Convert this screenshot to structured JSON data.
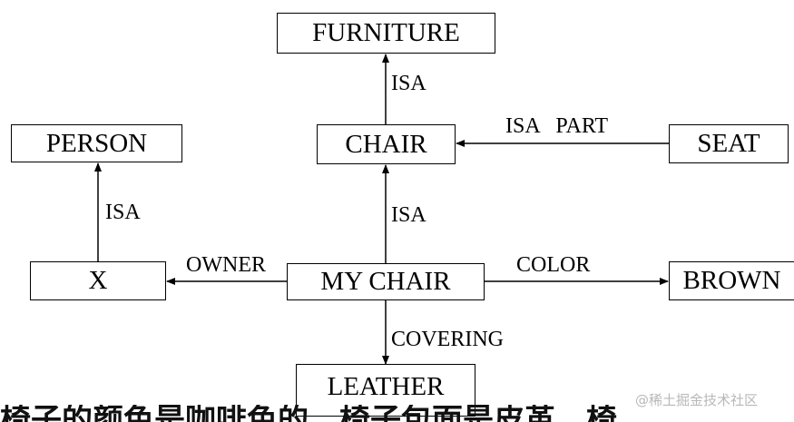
{
  "nodes": {
    "furniture": "FURNITURE",
    "chair": "CHAIR",
    "person": "PERSON",
    "seat": "SEAT",
    "x": "X",
    "my_chair": "MY CHAIR",
    "brown": "BROWN",
    "leather": "LEATHER"
  },
  "edges": {
    "chair_furniture": "ISA",
    "seat_chair": "ISA   PART",
    "x_person": "ISA",
    "mychair_chair": "ISA",
    "mychair_x": "OWNER",
    "mychair_brown": "COLOR",
    "mychair_leather": "COVERING"
  },
  "watermark": "@稀土掘金技术社区",
  "bottom_text": "椅子的颜色是咖啡色的，椅子包面是皮革，椅"
}
